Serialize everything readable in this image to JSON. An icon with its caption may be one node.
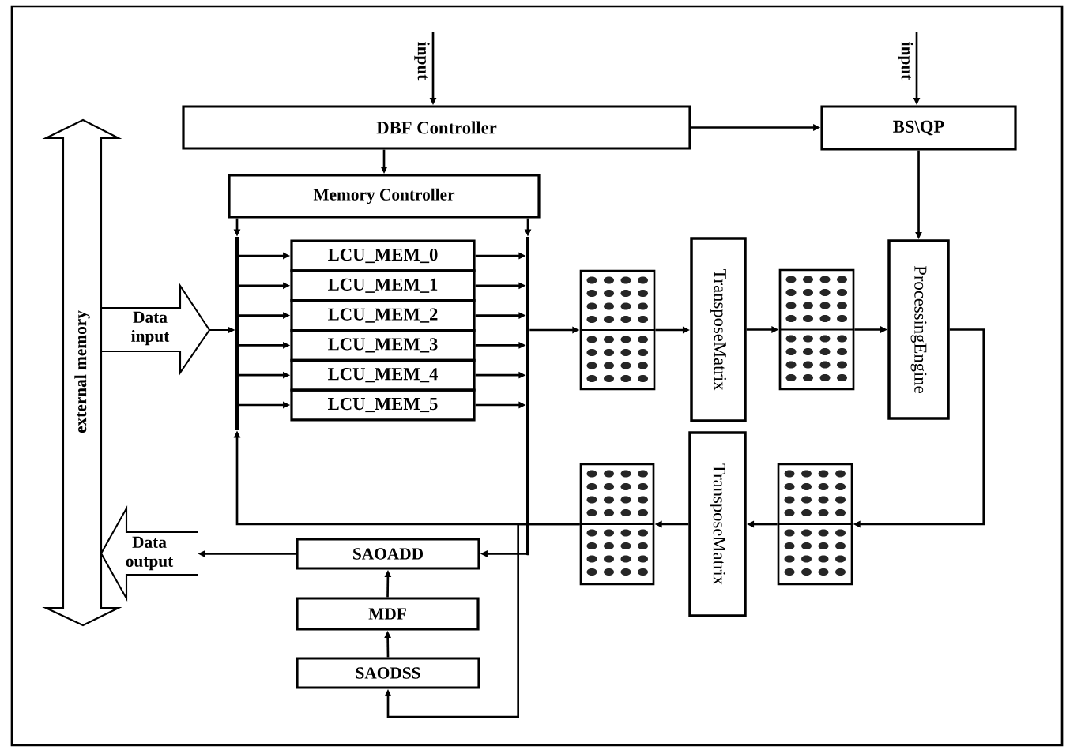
{
  "diagram": {
    "nodes": [
      {
        "text": [
          "DBF Controller"
        ]
      },
      {
        "text": [
          "BS\\QP"
        ]
      },
      {
        "text": [
          "Memory Controller"
        ]
      },
      {
        "text": [
          "LCU_MEM_0"
        ]
      },
      {
        "text": [
          "LCU_MEM_1"
        ]
      },
      {
        "text": [
          "LCU_MEM_2"
        ]
      },
      {
        "text": [
          "LCU_MEM_3"
        ]
      },
      {
        "text": [
          "LCU_MEM_4"
        ]
      },
      {
        "text": [
          "LCU_MEM_5"
        ]
      },
      {
        "text": [
          "external memory"
        ]
      },
      {
        "text": [],
        "shape": "grid"
      },
      {
        "text": [
          "TransposeMatrix"
        ]
      },
      {
        "text": [],
        "shape": "grid"
      },
      {
        "text": [
          "ProcessingEngine"
        ]
      },
      {
        "text": [],
        "shape": "grid"
      },
      {
        "text": [
          "TransposeMatrix"
        ]
      },
      {
        "text": [],
        "shape": "grid"
      },
      {
        "text": [
          "SAOADD"
        ]
      },
      {
        "text": [
          "MDF"
        ]
      },
      {
        "text": [
          "SAODSS"
        ]
      },
      {
        "text": [],
        "shape": "bar"
      },
      {
        "text": [],
        "shape": "bar"
      },
      {
        "text": [
          "Data output"
        ]
      }
    ],
    "edges": [
      {
        "from": null,
        "to": 0,
        "arrow": "to",
        "label": "input"
      },
      {
        "from": null,
        "to": 1,
        "arrow": "to",
        "label": "input"
      },
      {
        "from": 0,
        "to": 1,
        "arrow": "to"
      },
      {
        "from": 0,
        "to": 2,
        "arrow": "to"
      },
      {
        "from": 1,
        "to": 13,
        "arrow": "to"
      },
      {
        "from": 2,
        "to": 20,
        "arrow": "to"
      },
      {
        "from": 2,
        "to": 21,
        "arrow": "to"
      },
      {
        "from": 9,
        "to": 20,
        "arrow": "to",
        "label": "Data input"
      },
      {
        "from": 20,
        "to": 3,
        "arrow": "to"
      },
      {
        "from": 20,
        "to": 4,
        "arrow": "to"
      },
      {
        "from": 20,
        "to": 5,
        "arrow": "to"
      },
      {
        "from": 20,
        "to": 6,
        "arrow": "to"
      },
      {
        "from": 20,
        "to": 7,
        "arrow": "to"
      },
      {
        "from": 20,
        "to": 8,
        "arrow": "to"
      },
      {
        "from": 3,
        "to": 21,
        "arrow": "to"
      },
      {
        "from": 4,
        "to": 21,
        "arrow": "to"
      },
      {
        "from": 5,
        "to": 21,
        "arrow": "to"
      },
      {
        "from": 6,
        "to": 21,
        "arrow": "to"
      },
      {
        "from": 7,
        "to": 21,
        "arrow": "to"
      },
      {
        "from": 8,
        "to": 21,
        "arrow": "to"
      },
      {
        "from": 21,
        "to": 10,
        "arrow": "to"
      },
      {
        "from": 21,
        "to": 17,
        "arrow": "to"
      },
      {
        "from": 10,
        "to": 11,
        "arrow": "to"
      },
      {
        "from": 11,
        "to": 12,
        "arrow": "to"
      },
      {
        "from": 12,
        "to": 13,
        "arrow": "to"
      },
      {
        "from": 13,
        "to": 14,
        "arrow": "to"
      },
      {
        "from": 14,
        "to": 15,
        "arrow": "to"
      },
      {
        "from": 15,
        "to": 16,
        "arrow": "to"
      },
      {
        "from": 16,
        "to": 20,
        "arrow": "to"
      },
      {
        "from": 16,
        "to": 19,
        "arrow": "to"
      },
      {
        "from": 19,
        "to": 18,
        "arrow": "to"
      },
      {
        "from": 18,
        "to": 17,
        "arrow": "to"
      },
      {
        "from": 17,
        "to": 22,
        "arrow": "to"
      }
    ]
  }
}
